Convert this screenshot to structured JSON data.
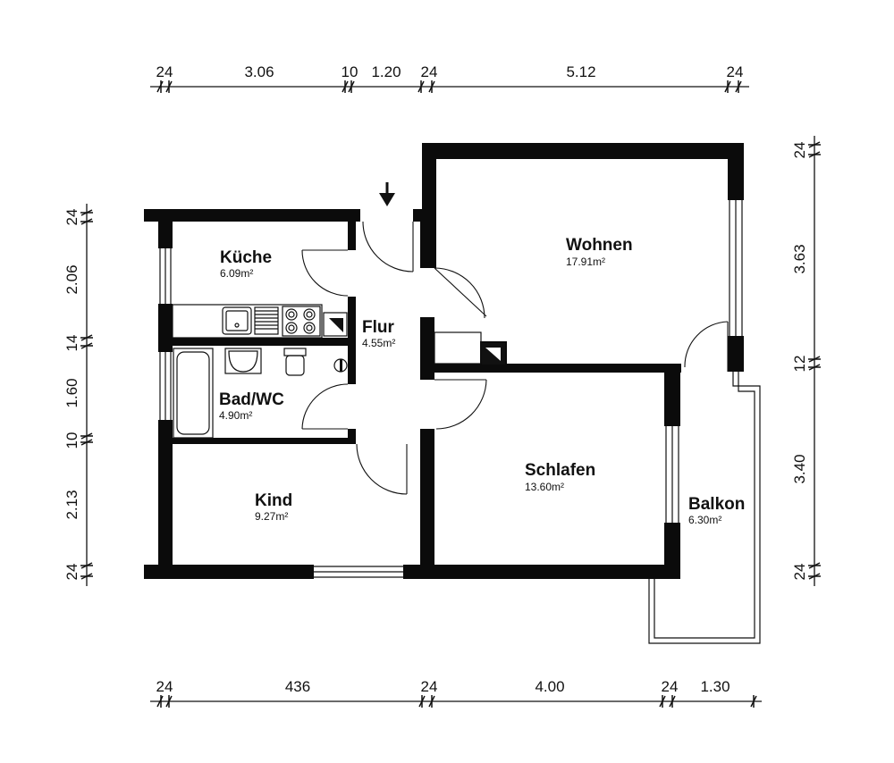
{
  "rooms": [
    {
      "name": "Küche",
      "area": "6.09m²"
    },
    {
      "name": "Wohnen",
      "area": "17.91m²"
    },
    {
      "name": "Flur",
      "area": "4.55m²"
    },
    {
      "name": "Bad/WC",
      "area": "4.90m²"
    },
    {
      "name": "Schlafen",
      "area": "13.60m²"
    },
    {
      "name": "Kind",
      "area": "9.27m²"
    },
    {
      "name": "Balkon",
      "area": "6.30m²"
    }
  ],
  "dimensions": {
    "top": [
      "24",
      "3.06",
      "10",
      "1.20",
      "24",
      "5.12",
      "24"
    ],
    "bottom": [
      "24",
      "436",
      "24",
      "4.00",
      "24",
      "1.30"
    ],
    "left": [
      "24",
      "2.06",
      "14",
      "1.60",
      "10",
      "2.13",
      "24"
    ],
    "right": [
      "24",
      "3.63",
      "12",
      "3.40",
      "24"
    ]
  },
  "icons": {
    "entrance": "entrance-arrow-icon",
    "sink": "kitchen-sink-icon",
    "stove": "stove-icon",
    "bathtub": "bathtub-icon",
    "washbasin": "washbasin-icon",
    "toilet": "toilet-icon",
    "chimney": "chimney-icon"
  }
}
